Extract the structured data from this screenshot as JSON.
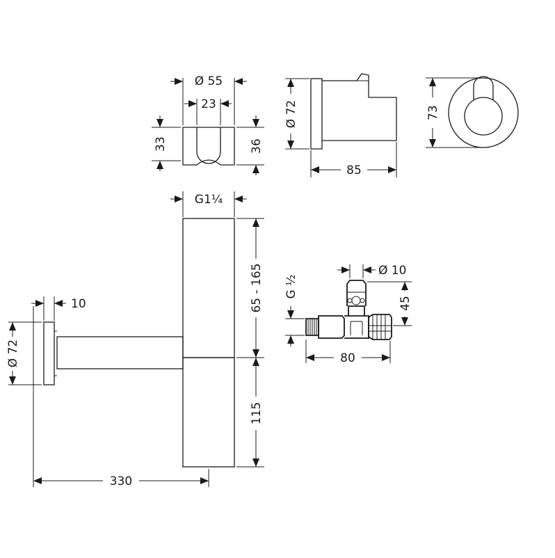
{
  "dimensions": {
    "holder_diameter": "Ø 55",
    "holder_inner_width": "23",
    "holder_left_height": "33",
    "holder_right_height": "36",
    "side_diameter": "Ø 72",
    "side_depth": "85",
    "rosette_diameter": "73",
    "thread_top": "G1¼",
    "rise_range": "65 - 165",
    "body_height": "115",
    "flange_thickness": "10",
    "flange_diameter": "Ø 72",
    "total_length": "330",
    "valve_thread": "G ½",
    "valve_outlet_diameter": "Ø 10",
    "valve_height": "45",
    "valve_length": "80"
  }
}
